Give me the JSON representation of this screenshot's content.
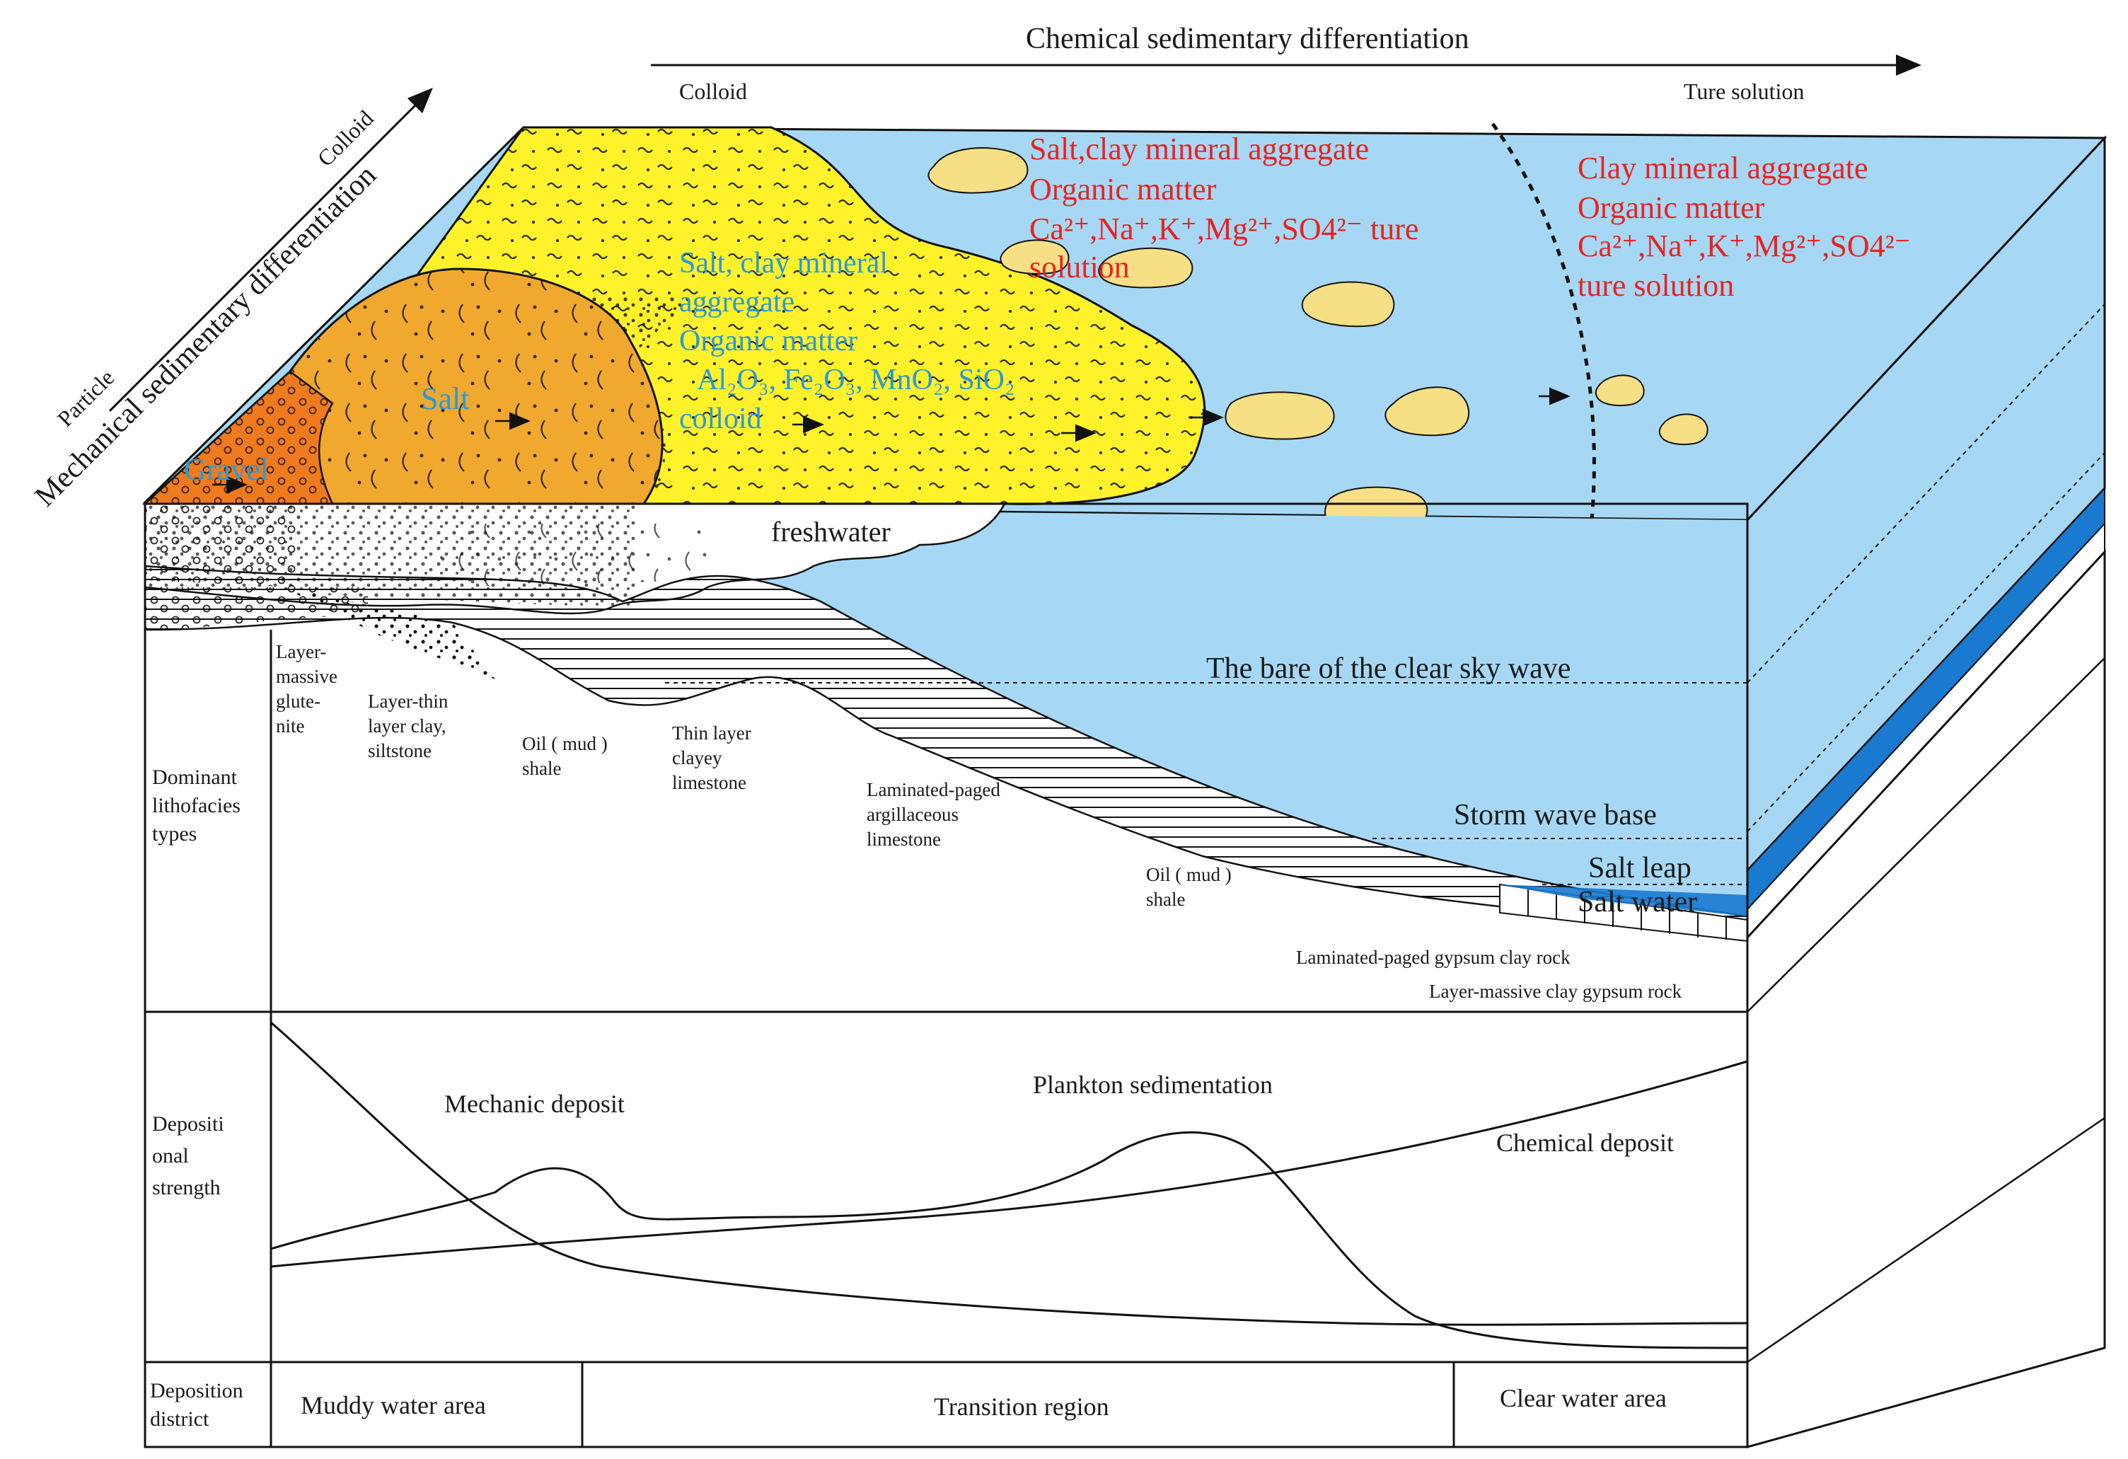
{
  "top_axis": {
    "title": "Chemical sedimentary differentiation",
    "left": "Colloid",
    "right": "Ture solution"
  },
  "side_axis": {
    "title": "Mechanical sedimentary differentiation",
    "top": "Colloid",
    "bottom": "Particle"
  },
  "surface_labels": {
    "gravel": "Gravel",
    "salt": "Salt",
    "colloid_zone": [
      "Salt, clay mineral",
      "aggregate",
      "Organic matter",
      "Al₂O₃, Fe₂O₃, MnO₂, SiO₂",
      "colloid"
    ],
    "middle_zone": [
      "Salt,clay mineral aggregate",
      "Organic matter",
      "Ca²⁺,Na⁺,K⁺,Mg²⁺,SO4²⁻ ture",
      "solution"
    ],
    "right_zone": [
      "Clay mineral aggregate",
      "Organic matter",
      "Ca²⁺,Na⁺,K⁺,Mg²⁺,SO4²⁻",
      "ture solution"
    ]
  },
  "water_labels": {
    "freshwater": "freshwater",
    "clear_sky_wave": "The bare of the clear sky wave",
    "storm_wave_base": "Storm wave base",
    "salt_leap": "Salt leap",
    "salt_water": "Salt water"
  },
  "lithofacies": {
    "row_label": [
      "Dominant",
      "lithofacies",
      "types"
    ],
    "items": [
      [
        "Layer-",
        "massive",
        "glute-",
        "nite"
      ],
      [
        "Layer-thin",
        "layer clay,",
        "siltstone"
      ],
      [
        "Oil ( mud )",
        "shale"
      ],
      [
        "Thin layer",
        "clayey",
        "limestone"
      ],
      [
        "Laminated-paged",
        "argillaceous",
        "limestone"
      ],
      [
        "Oil ( mud )",
        "shale"
      ],
      [
        "Laminated-paged gypsum clay rock"
      ],
      [
        "Layer-massive clay gypsum rock"
      ]
    ]
  },
  "strength": {
    "row_label": [
      "Depositi",
      "onal",
      "strength"
    ],
    "mechanic": "Mechanic deposit",
    "plankton": "Plankton sedimentation",
    "chemical": "Chemical deposit"
  },
  "district": {
    "row_label": [
      "Deposition",
      "district"
    ],
    "muddy": "Muddy water area",
    "transition": "Transition region",
    "clear": "Clear water area"
  },
  "colors": {
    "water": "#a6d8f5",
    "yellow": "#fff22a",
    "orange": "#f0a82e",
    "deep_orange": "#f07a1e",
    "red_text": "#e8231f",
    "blue_text": "#2a9ad6",
    "salt_water_band": "#1a7ad0",
    "blob": "#f7df86"
  }
}
